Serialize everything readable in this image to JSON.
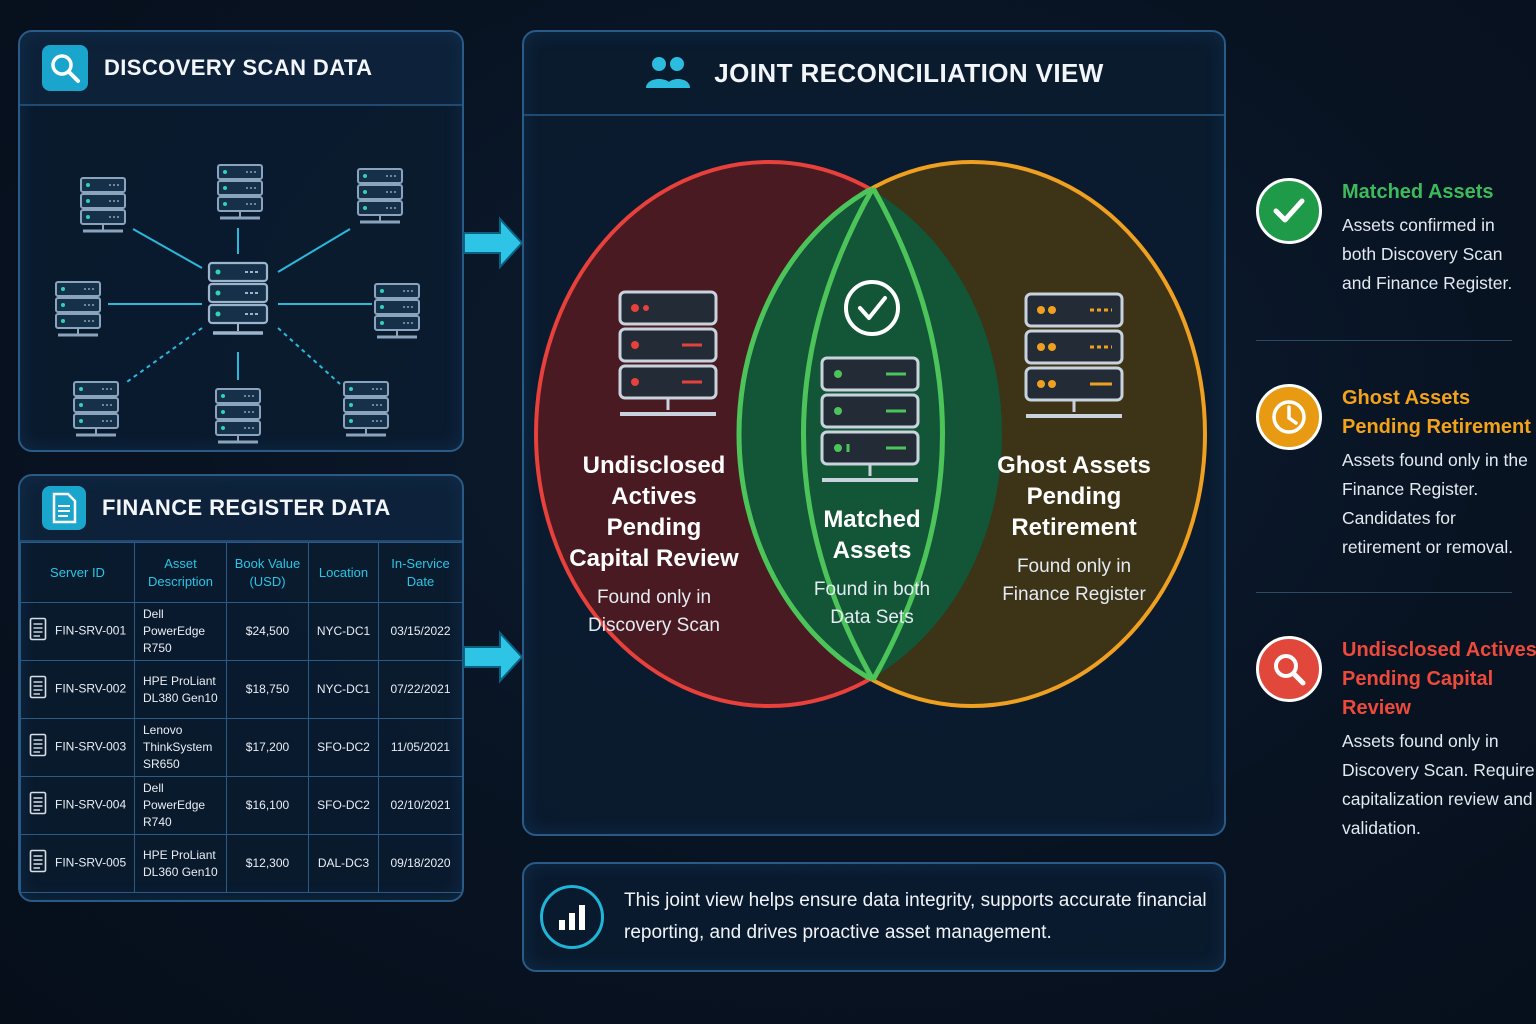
{
  "discovery": {
    "title": "DISCOVERY SCAN DATA",
    "icon": "search-icon"
  },
  "finance": {
    "title": "FINANCE REGISTER DATA",
    "icon": "document-icon",
    "columns": [
      "Server ID",
      "Asset Description",
      "Book Value (USD)",
      "Location",
      "In-Service Date"
    ],
    "rows": [
      {
        "id": "FIN-SRV-001",
        "desc": "Dell PowerEdge R750",
        "value": "$24,500",
        "location": "NYC-DC1",
        "date": "03/15/2022"
      },
      {
        "id": "FIN-SRV-002",
        "desc": "HPE ProLiant DL380 Gen10",
        "value": "$18,750",
        "location": "NYC-DC1",
        "date": "07/22/2021"
      },
      {
        "id": "FIN-SRV-003",
        "desc": "Lenovo ThinkSystem SR650",
        "value": "$17,200",
        "location": "SFO-DC2",
        "date": "11/05/2021"
      },
      {
        "id": "FIN-SRV-004",
        "desc": "Dell PowerEdge R740",
        "value": "$16,100",
        "location": "SFO-DC2",
        "date": "02/10/2021"
      },
      {
        "id": "FIN-SRV-005",
        "desc": "HPE ProLiant DL360 Gen10",
        "value": "$12,300",
        "location": "DAL-DC3",
        "date": "09/18/2020"
      }
    ]
  },
  "joint": {
    "title": "JOINT RECONCILIATION VIEW",
    "icon": "users-icon",
    "left": {
      "title": "Undisclosed Actives Pending Capital Review",
      "sub": "Found only in Discovery Scan",
      "color": "#e8403a"
    },
    "center": {
      "title": "Matched Assets",
      "sub": "Found in both Data Sets",
      "color": "#4cc45a"
    },
    "right": {
      "title": "Ghost Assets Pending Retirement",
      "sub": "Found only in Finance Register",
      "color": "#f0a020"
    }
  },
  "legend": [
    {
      "title": "Matched Assets",
      "desc": "Assets confirmed in both Discovery Scan and Finance Register.",
      "color": "#3dbb5c",
      "icon": "checkmark-icon"
    },
    {
      "title": "Ghost Assets Pending Retirement",
      "desc": "Assets found only in the Finance Register. Candidates for retirement or removal.",
      "color": "#f3a21c",
      "icon": "clock-icon"
    },
    {
      "title": "Undisclosed Actives Pending Capital Review",
      "desc": "Assets found only in Discovery Scan. Require capitalization review and validation.",
      "color": "#ee4a3c",
      "icon": "search-icon"
    }
  ],
  "footer": {
    "text": "This joint view helps ensure data integrity, supports accurate financial reporting, and drives proactive asset management.",
    "icon": "bar-chart-icon"
  }
}
